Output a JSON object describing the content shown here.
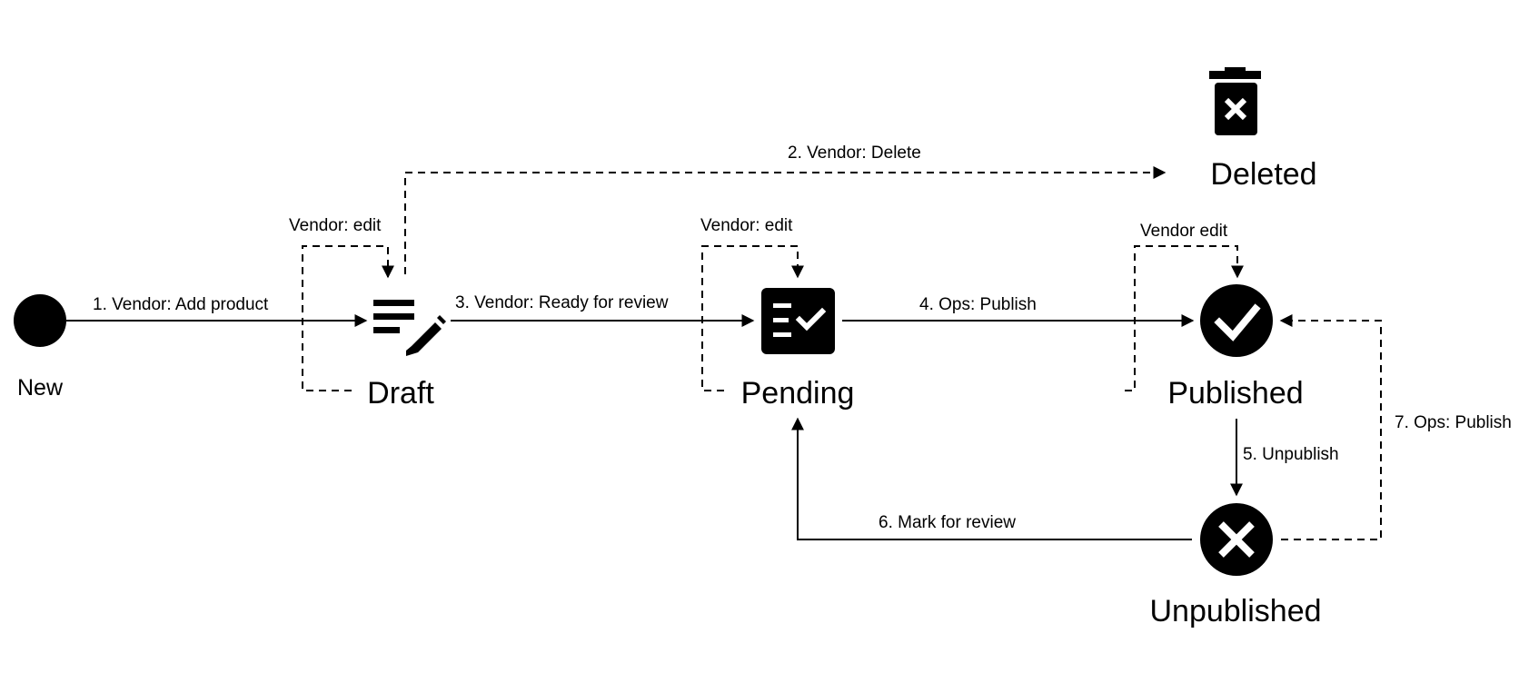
{
  "states": {
    "new": "New",
    "draft": "Draft",
    "pending": "Pending",
    "published": "Published",
    "deleted": "Deleted",
    "unpublished": "Unpublished"
  },
  "transitions": {
    "t1": "1. Vendor: Add product",
    "t2": "2. Vendor: Delete",
    "t3": "3. Vendor: Ready for review",
    "t4": "4. Ops: Publish",
    "t5": "5. Unpublish",
    "t6": "6.  Mark for review",
    "t7": "7. Ops: Publish",
    "draft_edit": "Vendor: edit",
    "pending_edit": "Vendor: edit",
    "published_edit": "Vendor edit"
  },
  "icons": {
    "new": "start-circle",
    "draft": "edit-note-icon",
    "pending": "checklist-icon",
    "published": "check-circle-icon",
    "deleted": "trash-icon",
    "unpublished": "cancel-circle-icon"
  },
  "colors": {
    "ink": "#000000",
    "background": "#ffffff"
  }
}
